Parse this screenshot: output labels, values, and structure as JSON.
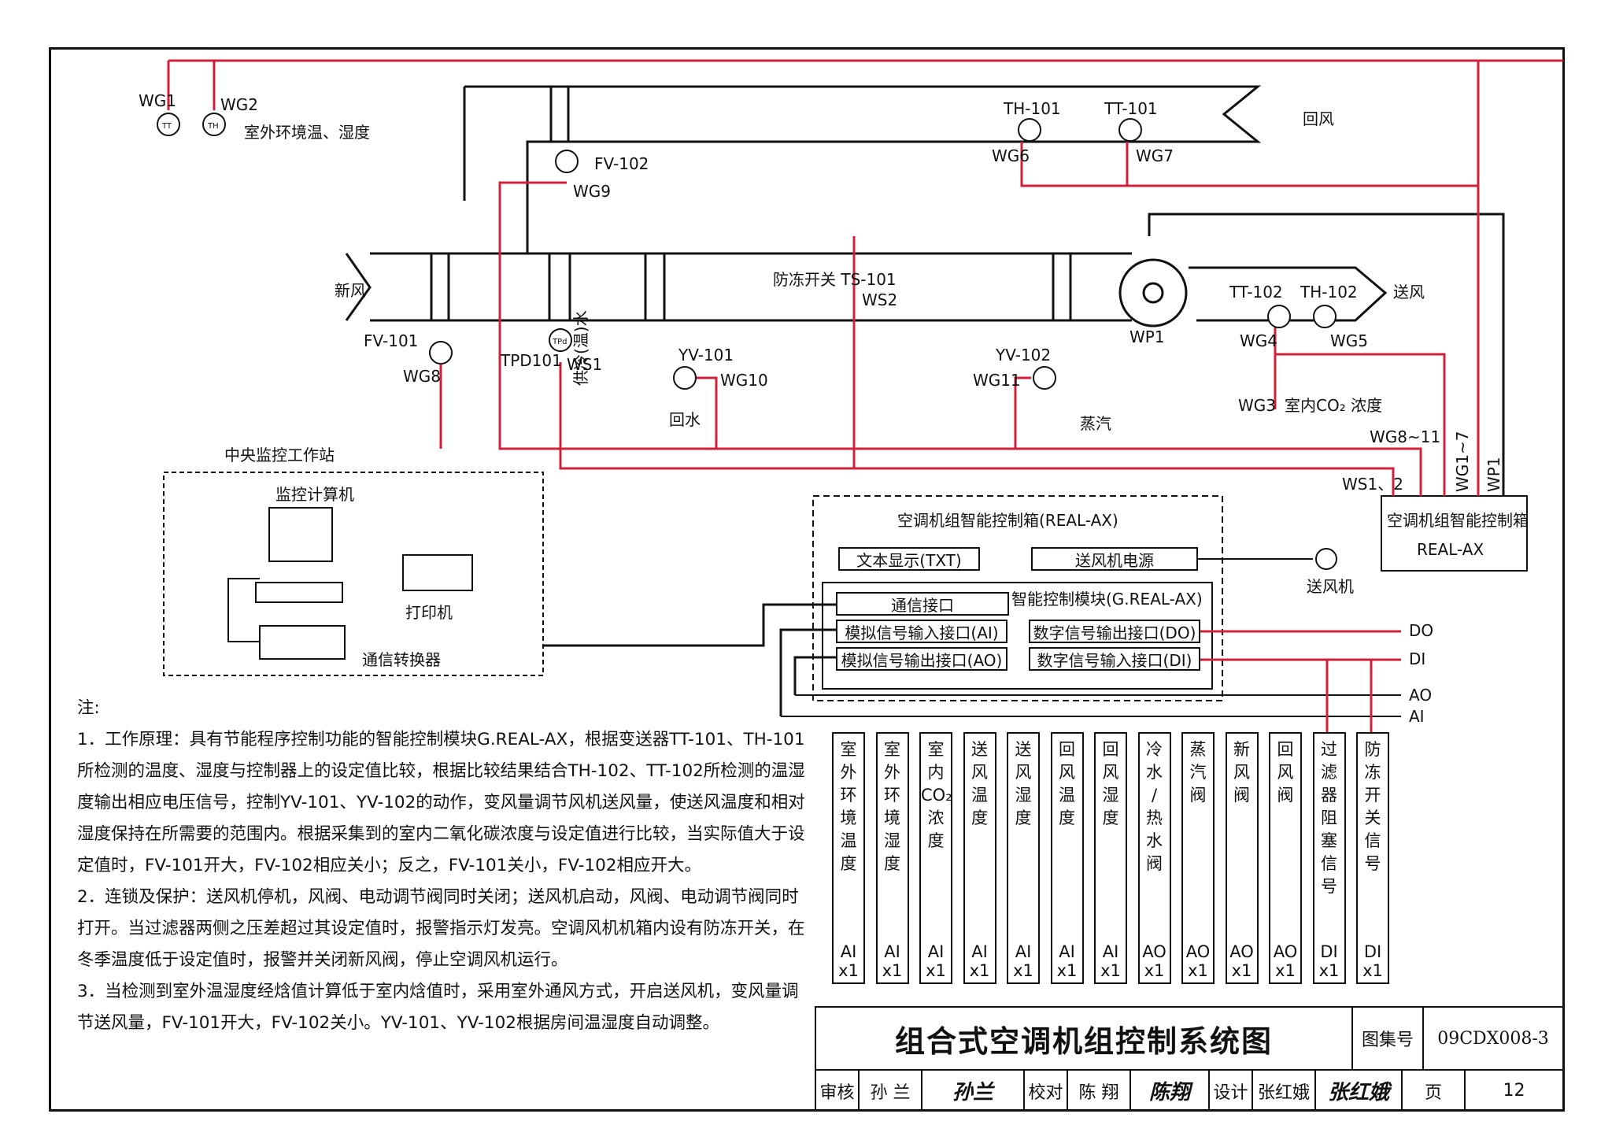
{
  "diagram": {
    "outdoor": {
      "wg1": "WG1",
      "wg2": "WG2",
      "tt_sym": "TT",
      "th_sym": "TH",
      "label": "室外环境温、湿度"
    },
    "return_air": {
      "label": "回风",
      "th101": "TH-101",
      "tt101": "TT-101",
      "wg6": "WG6",
      "wg7": "WG7"
    },
    "fv102": {
      "label": "FV-102",
      "wg9": "WG9"
    },
    "fresh_air": {
      "label": "新风",
      "fv101": "FV-101",
      "wg8": "WG8",
      "tpd101": "TPD101",
      "tpd_sym": "TPd",
      "ws1": "WS1"
    },
    "frost": {
      "label": "防冻开关 TS-101",
      "ws2": "WS2"
    },
    "chilled": {
      "supply": "供冷(温)水",
      "yv101": "YV-101",
      "wg10": "WG10",
      "return": "回水"
    },
    "steam": {
      "yv102": "YV-102",
      "wg11": "WG11",
      "label": "蒸汽"
    },
    "fan": {
      "wp1": "WP1",
      "tt102": "TT-102",
      "th102": "TH-102",
      "wg4": "WG4",
      "wg5": "WG5",
      "supply": "送风"
    },
    "co2": {
      "wg3": "WG3",
      "label": "室内CO₂ 浓度"
    },
    "bus": {
      "wg8_11": "WG8~11",
      "wg1_7": "WG1~7",
      "wp1": "WP1",
      "ws12": "WS1、2"
    },
    "controller_small": {
      "line1": "空调机组智能控制箱",
      "line2": "REAL-AX"
    },
    "station": {
      "title": "中央监控工作站",
      "computer": "监控计算机",
      "printer": "打印机",
      "converter": "通信转换器"
    },
    "cabinet": {
      "title": "空调机组智能控制箱(REAL-AX)",
      "txt": "文本显示(TXT)",
      "fan_power": "送风机电源",
      "fan": "送风机",
      "comm": "通信接口",
      "module": "智能控制模块(G.REAL-AX)",
      "ai": "模拟信号输入接口(AI)",
      "ao": "模拟信号输出接口(AO)",
      "do": "数字信号输出接口(DO)",
      "di": "数字信号输入接口(DI)"
    },
    "signals": {
      "do": "DO",
      "di": "DI",
      "ao": "AO",
      "ai": "AI"
    },
    "columns": [
      {
        "label": "室\n外\n环\n境\n温\n度",
        "type": "AI",
        "count": "x1"
      },
      {
        "label": "室\n外\n环\n境\n湿\n度",
        "type": "AI",
        "count": "x1"
      },
      {
        "label": "室\n内\nCO₂\n浓\n度",
        "type": "AI",
        "count": "x1"
      },
      {
        "label": "送\n风\n温\n度",
        "type": "AI",
        "count": "x1"
      },
      {
        "label": "送\n风\n湿\n度",
        "type": "AI",
        "count": "x1"
      },
      {
        "label": "回\n风\n温\n度",
        "type": "AI",
        "count": "x1"
      },
      {
        "label": "回\n风\n湿\n度",
        "type": "AI",
        "count": "x1"
      },
      {
        "label": "冷\n水\n/\n热\n水\n阀",
        "type": "AO",
        "count": "x1"
      },
      {
        "label": "蒸\n汽\n阀",
        "type": "AO",
        "count": "x1"
      },
      {
        "label": "新\n风\n阀",
        "type": "AO",
        "count": "x1"
      },
      {
        "label": "回\n风\n阀",
        "type": "AO",
        "count": "x1"
      },
      {
        "label": "过\n滤\n器\n阻\n塞\n信\n号",
        "type": "DI",
        "count": "x1"
      },
      {
        "label": "防\n冻\n开\n关\n信\n号",
        "type": "DI",
        "count": "x1"
      }
    ]
  },
  "notes": {
    "heading": "注:",
    "items": [
      "1．工作原理：具有节能程序控制功能的智能控制模块G.REAL-AX，根据变送器TT-101、TH-101所检测的温度、湿度与控制器上的设定值比较，根据比较结果结合TH-102、TT-102所检测的温湿度输出相应电压信号，控制YV-101、YV-102的动作，变风量调节风机送风量，使送风温度和相对湿度保持在所需要的范围内。根据采集到的室内二氧化碳浓度与设定值进行比较，当实际值大于设定值时，FV-101开大，FV-102相应关小；反之，FV-101关小，FV-102相应开大。",
      "2．连锁及保护：送风机停机，风阀、电动调节阀同时关闭；送风机启动，风阀、电动调节阀同时打开。当过滤器两侧之压差超过其设定值时，报警指示灯发亮。空调风机机箱内设有防冻开关，在冬季温度低于设定值时，报警并关闭新风阀，停止空调风机运行。",
      "3．当检测到室外温湿度经焓值计算低于室内焓值时，采用室外通风方式，开启送风机，变风量调节送风量，FV-101开大，FV-102关小。YV-101、YV-102根据房间温湿度自动调整。"
    ]
  },
  "title_block": {
    "title": "组合式空调机组控制系统图",
    "atlas_label": "图集号",
    "atlas_no": "09CDX008-3",
    "review_label": "审核",
    "reviewer": "孙 兰",
    "review_sig": "孙兰",
    "check_label": "校对",
    "checker": "陈 翔",
    "check_sig": "陈翔",
    "design_label": "设计",
    "designer": "张红娥",
    "design_sig": "张红娥",
    "page_label": "页",
    "page_no": "12"
  },
  "colors": {
    "signal": "#d0203a",
    "line": "#111111"
  }
}
